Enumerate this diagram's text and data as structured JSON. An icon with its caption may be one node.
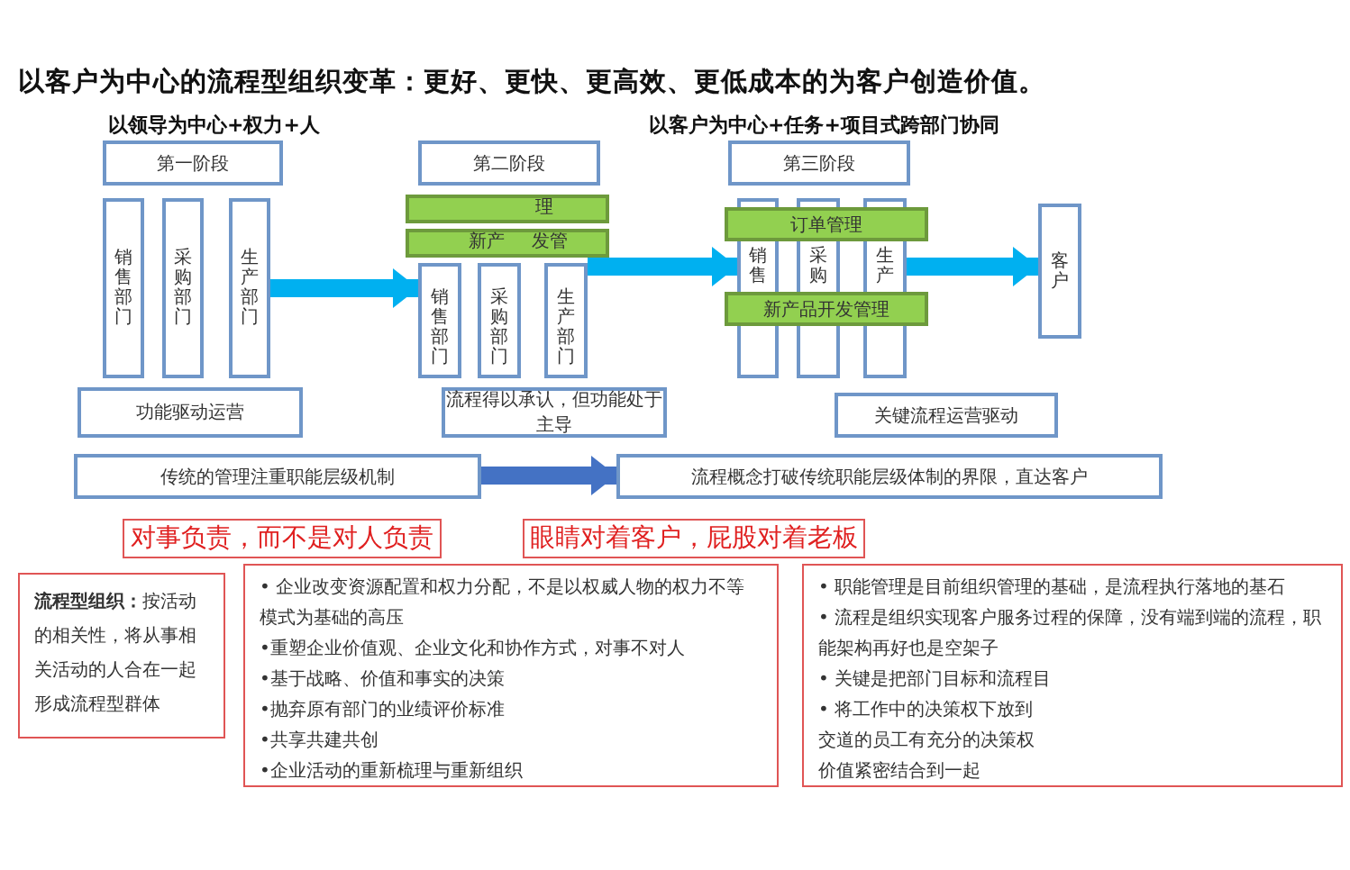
{
  "diagram": {
    "title": "以客户为中心的流程型组织变革：更好、更快、更高效、更低成本的为客户创造价值。",
    "nodes": [
      {
        "text": [
          "第一阶段"
        ]
      },
      {
        "text": [
          "销售部门"
        ]
      },
      {
        "text": [
          "采购部门"
        ]
      },
      {
        "text": [
          "生产部门"
        ]
      },
      {
        "text": [
          "功能驱动运营"
        ]
      },
      {
        "text": [
          "第二阶段"
        ]
      },
      {
        "text": [
          "理"
        ]
      },
      {
        "text": [
          "新产",
          "发管"
        ]
      },
      {
        "text": [
          "销售部门"
        ]
      },
      {
        "text": [
          "采购部门"
        ]
      },
      {
        "text": [
          "生产部门"
        ]
      },
      {
        "text": [
          "流程得以承认，但功能处于主导"
        ]
      },
      {
        "text": [
          "第三阶段"
        ]
      },
      {
        "text": [
          "订单管理"
        ]
      },
      {
        "text": [
          "新产品开发管理"
        ]
      },
      {
        "text": [
          "销售"
        ]
      },
      {
        "text": [
          "采购"
        ]
      },
      {
        "text": [
          "生产"
        ]
      },
      {
        "text": [
          "客户"
        ]
      },
      {
        "text": [
          "关键流程运营驱动"
        ]
      },
      {
        "text": [
          "传统的管理注重职能层级机制"
        ]
      },
      {
        "text": [
          "流程概念打破传统职能层级体制的界限，直达客户"
        ]
      },
      {
        "text": [
          "对事负责，而不是对人负责"
        ]
      },
      {
        "text": [
          "眼睛对着客户，屁股对着老板"
        ]
      },
      {
        "text": [
          "**流程型组织：**按活动的相关性，将从事相关活动的人合在一起形成流程型群体"
        ]
      },
      {
        "text": [
          "• 企业改变资源配置和权力分配，不是以权威人物的权力不等模式为基础的高压",
          "•重塑企业价值观、企业文化和协作方式，对事不对人",
          "•基于战略、价值和事实的决策",
          "•抛弃原有部门的业绩评价标准",
          "•共享共建共创",
          "•企业活动的重新梳理与重新组织"
        ]
      },
      {
        "text": [
          "• 职能管理是目前组织管理的基础，是流程执行落地的基石",
          "• 流程是组织实现客户服务过程的保障，没有端到端的流程，职能架构再好也是空架子",
          "• 关键是把部门目标和流程目",
          "• 将工作中的决策权下放到",
          "交道的员工有充分的决策权",
          "价值紧密结合到一起"
        ]
      }
    ],
    "edges": [
      {
        "from": 3,
        "to": 8,
        "arrow": "to"
      },
      {
        "from": 10,
        "to": 15,
        "arrow": "to"
      },
      {
        "from": 17,
        "to": 18,
        "arrow": "to"
      },
      {
        "from": 20,
        "to": 21,
        "arrow": "to",
        "color": "#4472c4"
      }
    ],
    "labels": [
      "以领导为中心+权力+人",
      "以客户为中心+任务+项目式跨部门协同"
    ]
  }
}
